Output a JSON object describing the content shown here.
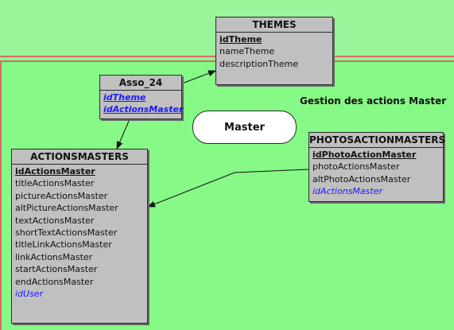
{
  "regions": {
    "main_label": "Gestion des actions Master",
    "master_label": "Master"
  },
  "entities": {
    "themes": {
      "title": "THEMES",
      "attributes": [
        {
          "name": "idTheme",
          "kind": "pk"
        },
        {
          "name": "nameTheme",
          "kind": "normal"
        },
        {
          "name": "descriptionTheme",
          "kind": "normal"
        }
      ]
    },
    "asso_24": {
      "title": "Asso_24",
      "attributes": [
        {
          "name": "idTheme",
          "kind": "pkfk"
        },
        {
          "name": "idActionsMaster",
          "kind": "pkfk"
        }
      ]
    },
    "actionsmasters": {
      "title": "ACTIONSMASTERS",
      "attributes": [
        {
          "name": "idActionsMaster",
          "kind": "pk"
        },
        {
          "name": "titleActionsMaster",
          "kind": "normal"
        },
        {
          "name": "pictureActionsMaster",
          "kind": "normal"
        },
        {
          "name": "altPictureActionsMaster",
          "kind": "normal"
        },
        {
          "name": "textActionsMaster",
          "kind": "normal"
        },
        {
          "name": "shortTextActionsMaster",
          "kind": "normal"
        },
        {
          "name": "titleLinkActionsMaster",
          "kind": "normal"
        },
        {
          "name": "linkActionsMaster",
          "kind": "normal"
        },
        {
          "name": "startActionsMaster",
          "kind": "normal"
        },
        {
          "name": "endActionsMaster",
          "kind": "normal"
        },
        {
          "name": "idUser",
          "kind": "fk"
        }
      ]
    },
    "photoactionmasters": {
      "title": "PHOTOSACTIONMASTERS",
      "attributes": [
        {
          "name": "idPhotoActionMaster",
          "kind": "pk"
        },
        {
          "name": "photoActionsMaster",
          "kind": "normal"
        },
        {
          "name": "altPhotoActionsMaster",
          "kind": "normal"
        },
        {
          "name": "idActionsMaster",
          "kind": "fk"
        }
      ]
    }
  },
  "colors": {
    "top_region": "#9af59a",
    "main_region": "#86f986",
    "region_border": "#d96a6a",
    "entity_fill": "#c0c0c0",
    "foreign_key": "#1a1aff"
  }
}
